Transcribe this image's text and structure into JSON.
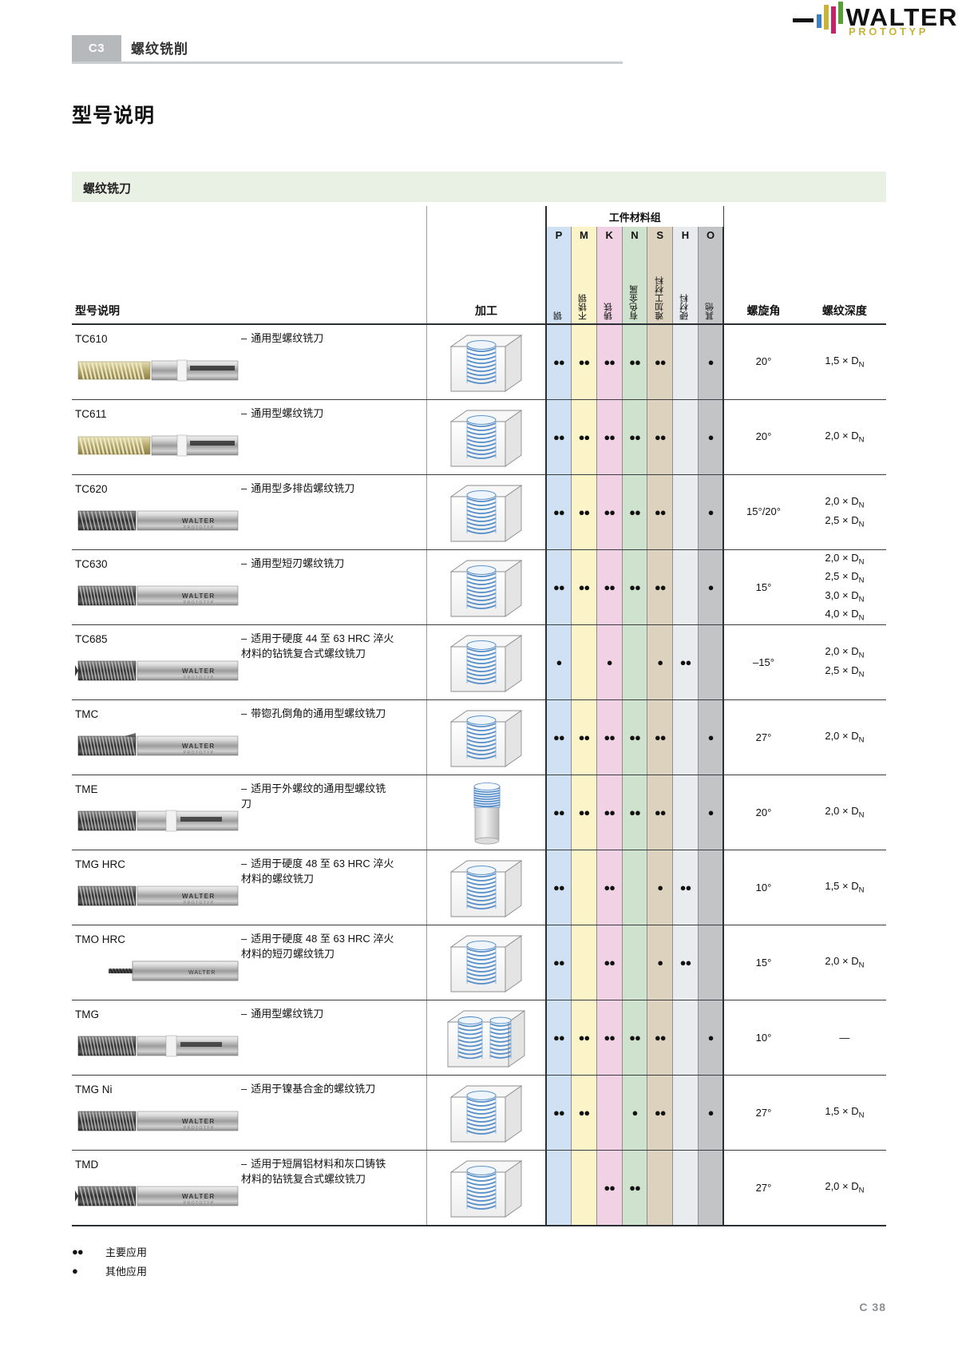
{
  "header": {
    "chapter_tag": "C3",
    "chapter_title": "螺纹铣削",
    "logo_word": "WALTER",
    "logo_sub": "PROTOTYP"
  },
  "page_title": "型号说明",
  "section_band": "螺纹铣刀",
  "table": {
    "headers": {
      "material_group": "工件材料组",
      "description": "型号说明",
      "machining": "加工",
      "helix_angle": "螺旋角",
      "thread_depth": "螺纹深度"
    },
    "material_columns": [
      {
        "letter": "P",
        "label": "钢",
        "color": "#cfe1f3"
      },
      {
        "letter": "M",
        "label": "不锈钢",
        "color": "#fbf4c8"
      },
      {
        "letter": "K",
        "label": "铸铁",
        "color": "#f0d2e4"
      },
      {
        "letter": "N",
        "label": "有色金属",
        "color": "#cfe2cd"
      },
      {
        "letter": "S",
        "label": "难加工材料",
        "color": "#ddd2bd"
      },
      {
        "letter": "H",
        "label": "硬材料",
        "color": "#e9ecef"
      },
      {
        "letter": "O",
        "label": "其他",
        "color": "#c3c4c6"
      }
    ],
    "rows": [
      {
        "model": "TC610",
        "description": "通用型螺纹铣刀",
        "tool_icon": "thread-mill-coated",
        "machining_icon": "internal-thread-block",
        "dots": [
          "2",
          "2",
          "2",
          "2",
          "2",
          "0",
          "1"
        ],
        "helix": "20°",
        "depth": [
          "1,5 × D|N"
        ]
      },
      {
        "model": "TC611",
        "description": "通用型螺纹铣刀",
        "tool_icon": "thread-mill-coated",
        "machining_icon": "internal-thread-block",
        "dots": [
          "2",
          "2",
          "2",
          "2",
          "2",
          "0",
          "1"
        ],
        "helix": "20°",
        "depth": [
          "2,0 × D|N"
        ]
      },
      {
        "model": "TC620",
        "description": "通用型多排齿螺纹铣刀",
        "tool_icon": "thread-mill-multi",
        "machining_icon": "internal-thread-block",
        "dots": [
          "2",
          "2",
          "2",
          "2",
          "2",
          "0",
          "1"
        ],
        "helix": "15°/20°",
        "depth": [
          "2,0 × D|N",
          "2,5 × D|N"
        ]
      },
      {
        "model": "TC630",
        "description": "通用型短刃螺纹铣刀",
        "tool_icon": "thread-mill-short",
        "machining_icon": "internal-thread-block",
        "dots": [
          "2",
          "2",
          "2",
          "2",
          "2",
          "0",
          "1"
        ],
        "helix": "15°",
        "depth": [
          "2,0 × D|N",
          "2,5 × D|N",
          "3,0 × D|N",
          "4,0 × D|N"
        ]
      },
      {
        "model": "TC685",
        "description": "适用于硬度 44 至 63 HRC 淬火材料的钻铣复合式螺纹铣刀",
        "tool_icon": "thread-mill-drill",
        "machining_icon": "internal-thread-block",
        "dots": [
          "1",
          "0",
          "1",
          "0",
          "1",
          "2",
          "0"
        ],
        "helix": "–15°",
        "depth": [
          "2,0 × D|N",
          "2,5 × D|N"
        ]
      },
      {
        "model": "TMC",
        "description": "带锪孔倒角的通用型螺纹铣刀",
        "tool_icon": "thread-mill-chamfer",
        "machining_icon": "internal-thread-block",
        "dots": [
          "2",
          "2",
          "2",
          "2",
          "2",
          "0",
          "1"
        ],
        "helix": "27°",
        "depth": [
          "2,0 × D|N"
        ]
      },
      {
        "model": "TME",
        "description": "适用于外螺纹的通用型螺纹铣刀",
        "tool_icon": "thread-mill-ext",
        "machining_icon": "external-thread-bolt",
        "dots": [
          "2",
          "2",
          "2",
          "2",
          "2",
          "0",
          "1"
        ],
        "helix": "20°",
        "depth": [
          "2,0 × D|N"
        ]
      },
      {
        "model": "TMG HRC",
        "description": "适用于硬度 48 至 63 HRC 淬火材料的螺纹铣刀",
        "tool_icon": "thread-mill-hrc",
        "machining_icon": "internal-thread-block",
        "dots": [
          "2",
          "0",
          "2",
          "0",
          "1",
          "2",
          "0"
        ],
        "helix": "10°",
        "depth": [
          "1,5 × D|N"
        ]
      },
      {
        "model": "TMO HRC",
        "description": "适用于硬度 48 至 63 HRC 淬火材料的短刃螺纹铣刀",
        "tool_icon": "thread-mill-small",
        "machining_icon": "internal-thread-block",
        "dots": [
          "2",
          "0",
          "2",
          "0",
          "1",
          "2",
          "0"
        ],
        "helix": "15°",
        "depth": [
          "2,0 × D|N"
        ]
      },
      {
        "model": "TMG",
        "description": "通用型螺纹铣刀",
        "tool_icon": "thread-mill-tmg",
        "machining_icon": "double-thread-block",
        "dots": [
          "2",
          "2",
          "2",
          "2",
          "2",
          "0",
          "1"
        ],
        "helix": "10°",
        "depth": [
          "—"
        ]
      },
      {
        "model": "TMG Ni",
        "description": "适用于镍基合金的螺纹铣刀",
        "tool_icon": "thread-mill-ni",
        "machining_icon": "internal-thread-block",
        "dots": [
          "2",
          "2",
          "0",
          "1",
          "2",
          "0",
          "1"
        ],
        "helix": "27°",
        "depth": [
          "1,5 × D|N"
        ]
      },
      {
        "model": "TMD",
        "description": "适用于短屑铝材料和灰口铸铁材料的钻铣复合式螺纹铣刀",
        "tool_icon": "thread-mill-tmd",
        "machining_icon": "internal-thread-block",
        "dots": [
          "0",
          "0",
          "2",
          "2",
          "0",
          "0",
          "0"
        ],
        "helix": "27°",
        "depth": [
          "2,0 × D|N"
        ]
      }
    ]
  },
  "legend": [
    {
      "symbol": "●●",
      "text": "主要应用"
    },
    {
      "symbol": "●",
      "text": "其他应用"
    }
  ],
  "footer": "C 38"
}
